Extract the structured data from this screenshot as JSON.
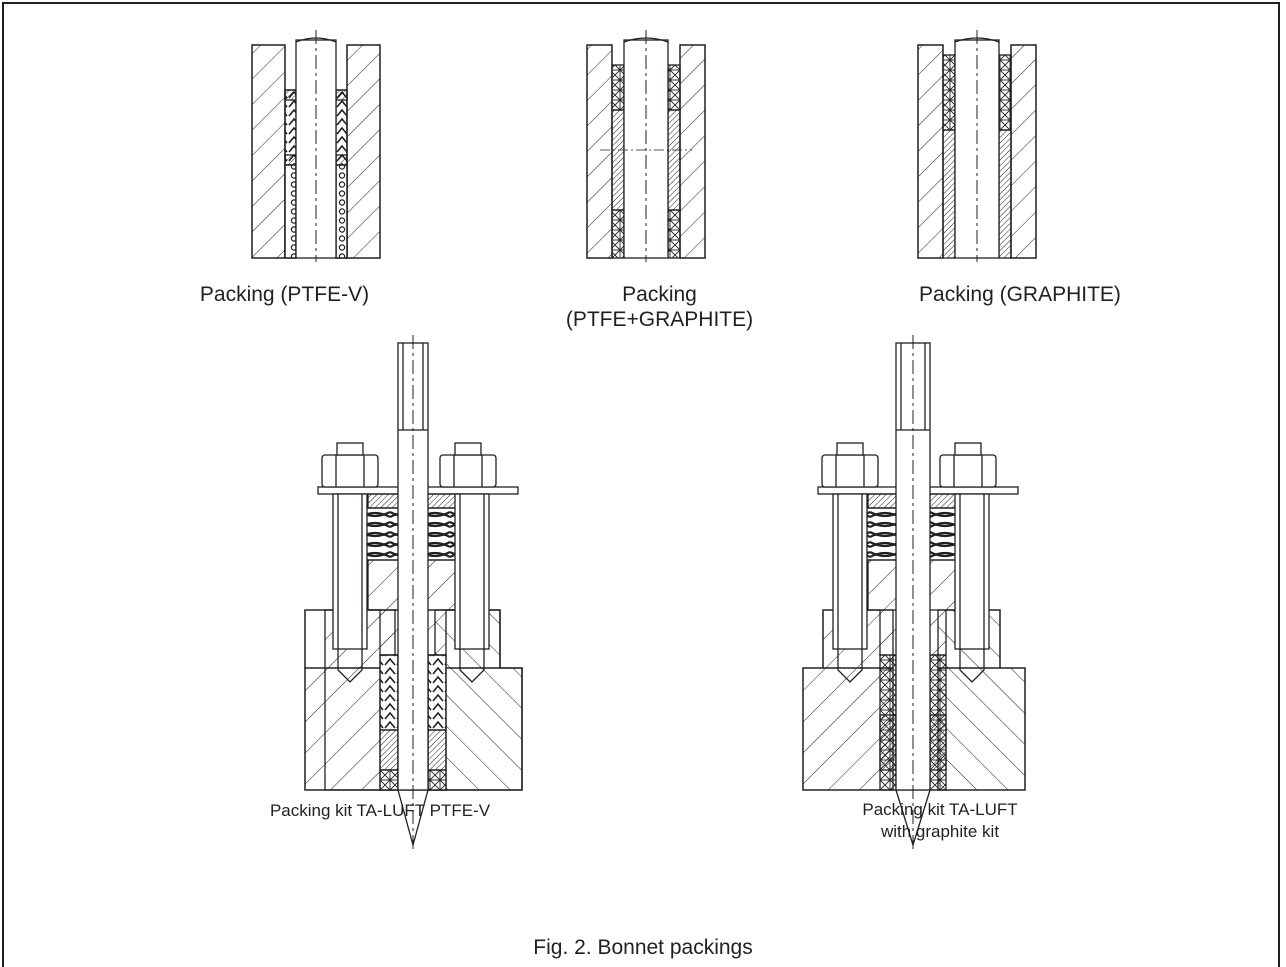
{
  "figure": {
    "title": "Fig. 2. Bonnet packings",
    "captions": {
      "ptfe_v": "Packing (PTFE-V)",
      "ptfe_graphite_line1": "Packing",
      "ptfe_graphite_line2": "(PTFE+GRAPHITE)",
      "graphite": "Packing (GRAPHITE)",
      "taluft_ptfe": "Packing kit TA-LUFT PTFE-V",
      "taluft_graphite_line1": "Packing kit TA-LUFT",
      "taluft_graphite_line2": "with graphite kit"
    }
  },
  "colors": {
    "ink": "#231f20",
    "background": "#ffffff"
  }
}
